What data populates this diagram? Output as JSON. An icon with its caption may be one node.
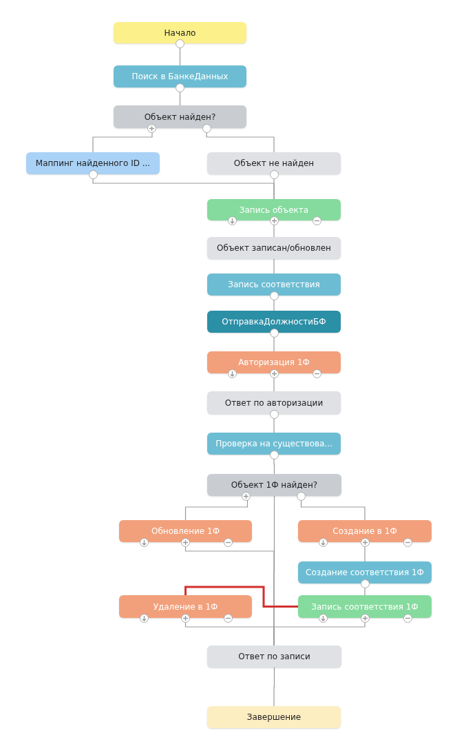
{
  "diagram": {
    "nodes": [
      {
        "text": [
          "Начало"
        ]
      },
      {
        "text": [
          "Поиск в БанкеДанных"
        ]
      },
      {
        "text": [
          "Объект найден?"
        ]
      },
      {
        "text": [
          "Маппинг найденного ID ..."
        ]
      },
      {
        "text": [
          "Объект не найден"
        ]
      },
      {
        "text": [
          "Запись объекта"
        ]
      },
      {
        "text": [
          "Объект записан/обновлен"
        ]
      },
      {
        "text": [
          "Запись соответствия"
        ]
      },
      {
        "text": [
          "ОтправкаДолжностиБФ"
        ]
      },
      {
        "text": [
          "Авторизация 1Ф"
        ]
      },
      {
        "text": [
          "Ответ по авторизации"
        ]
      },
      {
        "text": [
          "Проверка на существова..."
        ]
      },
      {
        "text": [
          "Объект 1Ф найден?"
        ]
      },
      {
        "text": [
          "Обновление 1Ф"
        ]
      },
      {
        "text": [
          "Создание в 1Ф"
        ]
      },
      {
        "text": [
          "Создание соответствия 1Ф"
        ]
      },
      {
        "text": [
          "Удаление в 1Ф"
        ]
      },
      {
        "text": [
          "Запись соответствия 1Ф"
        ]
      },
      {
        "text": [
          "Ответ по записи"
        ]
      },
      {
        "text": [
          "Завершение"
        ]
      }
    ],
    "edges": [
      {
        "from": 0,
        "to": 1,
        "arrow": "none"
      },
      {
        "from": 1,
        "to": 2,
        "arrow": "none"
      },
      {
        "from": 2,
        "to": 3,
        "arrow": "none"
      },
      {
        "from": 2,
        "to": 4,
        "arrow": "none"
      },
      {
        "from": 3,
        "to": 5,
        "arrow": "none"
      },
      {
        "from": 4,
        "to": 5,
        "arrow": "none"
      },
      {
        "from": 5,
        "to": 6,
        "arrow": "none"
      },
      {
        "from": 6,
        "to": 7,
        "arrow": "none"
      },
      {
        "from": 7,
        "to": 8,
        "arrow": "none"
      },
      {
        "from": 8,
        "to": 9,
        "arrow": "none"
      },
      {
        "from": 9,
        "to": 10,
        "arrow": "none"
      },
      {
        "from": 10,
        "to": 11,
        "arrow": "none"
      },
      {
        "from": 11,
        "to": 12,
        "arrow": "none"
      },
      {
        "from": 12,
        "to": 13,
        "arrow": "none"
      },
      {
        "from": 12,
        "to": 14,
        "arrow": "none"
      },
      {
        "from": 12,
        "to": 18,
        "arrow": "none"
      },
      {
        "from": 13,
        "to": 18,
        "arrow": "none"
      },
      {
        "from": 14,
        "to": 15,
        "arrow": "none"
      },
      {
        "from": 15,
        "to": 17,
        "arrow": "none"
      },
      {
        "from": 16,
        "to": 17,
        "arrow": "none",
        "style": "thick",
        "color": "#d32f2f"
      },
      {
        "from": 16,
        "to": 18,
        "arrow": "none"
      },
      {
        "from": 17,
        "to": 18,
        "arrow": "none"
      },
      {
        "from": 18,
        "to": 19,
        "arrow": "none"
      }
    ]
  }
}
